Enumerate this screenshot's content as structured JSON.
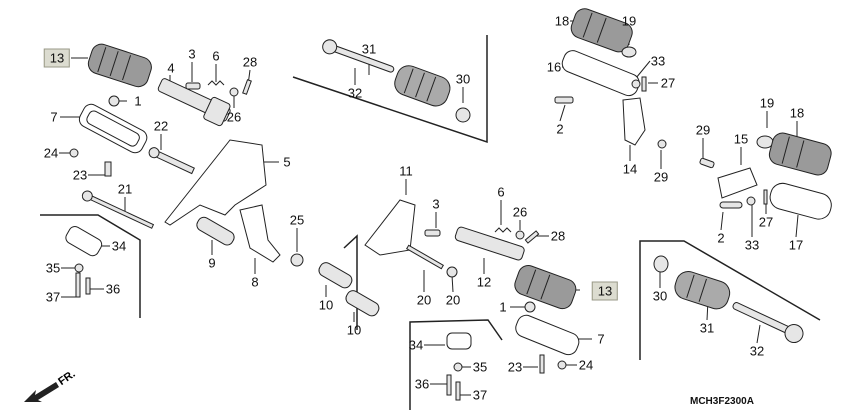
{
  "diagram_code": "MCH3F2300A",
  "front_indicator": "FR.",
  "labels": {
    "l13a": "13",
    "l3a": "3",
    "l6a": "6",
    "l28a": "28",
    "l4": "4",
    "l1a": "1",
    "l7a": "7",
    "l26a": "26",
    "l22": "22",
    "l5": "5",
    "l24a": "24",
    "l23a": "23",
    "l21": "21",
    "l34a": "34",
    "l35a": "35",
    "l36a": "36",
    "l37a": "37",
    "l9": "9",
    "l8": "8",
    "l25": "25",
    "l31a": "31",
    "l30a": "30",
    "l32a": "32",
    "l18a": "18",
    "l19a": "19",
    "l16": "16",
    "l33a": "33",
    "l27a": "27",
    "l2a": "2",
    "l14": "14",
    "l29a": "29",
    "l19b": "19",
    "l18b": "18",
    "l29b": "29",
    "l15": "15",
    "l2b": "2",
    "l33b": "33",
    "l27b": "27",
    "l17": "17",
    "l30b": "30",
    "l31b": "31",
    "l32b": "32",
    "l11": "11",
    "l3b": "3",
    "l6b": "6",
    "l26b": "26",
    "l28b": "28",
    "l12": "12",
    "l20a": "20",
    "l20b": "20",
    "l10a": "10",
    "l10b": "10",
    "l13b": "13",
    "l1b": "1",
    "l7b": "7",
    "l34b": "34",
    "l35b": "35",
    "l36b": "36",
    "l37b": "37",
    "l23b": "23",
    "l24b": "24"
  },
  "colors": {
    "line": "#222222",
    "part_fill": "#e6e6e6",
    "part_dark": "#8a8a8a",
    "callout_box": "#dcdcd0"
  }
}
